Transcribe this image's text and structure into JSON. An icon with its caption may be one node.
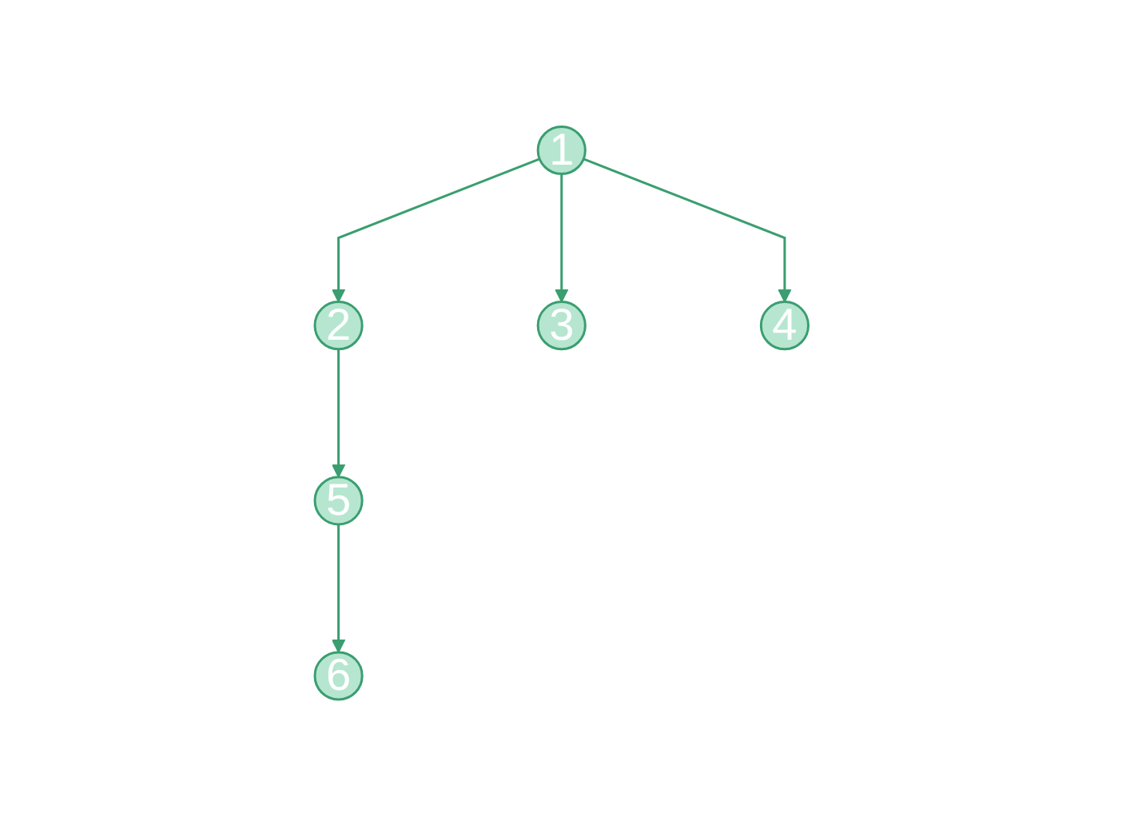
{
  "diagram": {
    "nodes": [
      {
        "text": [
          "1"
        ]
      },
      {
        "text": [
          "2"
        ]
      },
      {
        "text": [
          "3"
        ]
      },
      {
        "text": [
          "4"
        ]
      },
      {
        "text": [
          "5"
        ]
      },
      {
        "text": [
          "6"
        ]
      }
    ],
    "edges": [
      {
        "from": 0,
        "to": 1,
        "arrow": "to"
      },
      {
        "from": 0,
        "to": 2,
        "arrow": "to"
      },
      {
        "from": 0,
        "to": 3,
        "arrow": "to"
      },
      {
        "from": 1,
        "to": 4,
        "arrow": "to"
      },
      {
        "from": 4,
        "to": 5,
        "arrow": "to"
      }
    ]
  }
}
